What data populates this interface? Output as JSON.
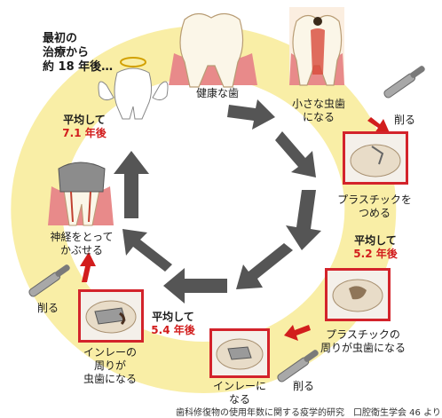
{
  "intro_text": "最初の\n治療から\n約 18 年後…",
  "stages": {
    "healthy": "健康な歯",
    "small_caries": "小さな虫歯\nになる",
    "plastic_fill": "プラスチックを\nつめる",
    "plastic_caries": "プラスチックの\n周りが虫歯になる",
    "inlay": "インレーに\nなる",
    "inlay_caries": "インレーの\n周りが\n虫歯になる",
    "crown": "神経をとって\nかぶせる"
  },
  "averages": {
    "plastic": {
      "line1": "平均して",
      "line2": "5.2 年後"
    },
    "inlay": {
      "line1": "平均して",
      "line2": "5.4 年後"
    },
    "crown": {
      "line1": "平均して",
      "line2": "7.1 年後"
    }
  },
  "cut_labels": [
    "削る",
    "削る",
    "削る"
  ],
  "source_text": "歯科修復物の使用年数に関する疫学的研究　口腔衛生学会 46 より",
  "colors": {
    "yellow_band": "#f8ec9c",
    "red_accent": "#d21d1d",
    "arrow_gray": "#555555",
    "gum_pink": "#e88a8a"
  }
}
